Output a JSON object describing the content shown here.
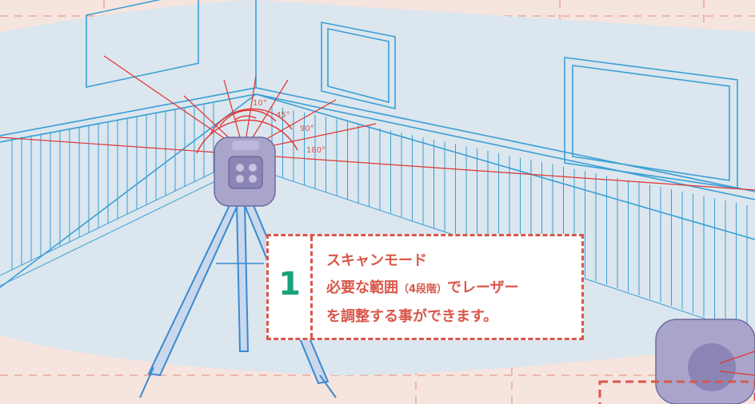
{
  "angle_labels": [
    "10°",
    "45°",
    "90°",
    "180°"
  ],
  "callout": {
    "number": "1",
    "title": "スキャンモード",
    "line2_a": "必要な範囲",
    "line2_b": "（4段階）",
    "line2_c": "でレーザー",
    "line3": "を調整する事ができます。"
  },
  "colors": {
    "background": "#f6e4df",
    "room_fill": "#dbe6ee",
    "line_blue": "#3a9fd6",
    "laser_red": "#e0342f",
    "accent_red": "#d9574a",
    "number_green": "#1aa37a",
    "device": "#a9a4c9"
  },
  "icons": [
    "rotating-laser-level-icon",
    "tripod-icon"
  ]
}
